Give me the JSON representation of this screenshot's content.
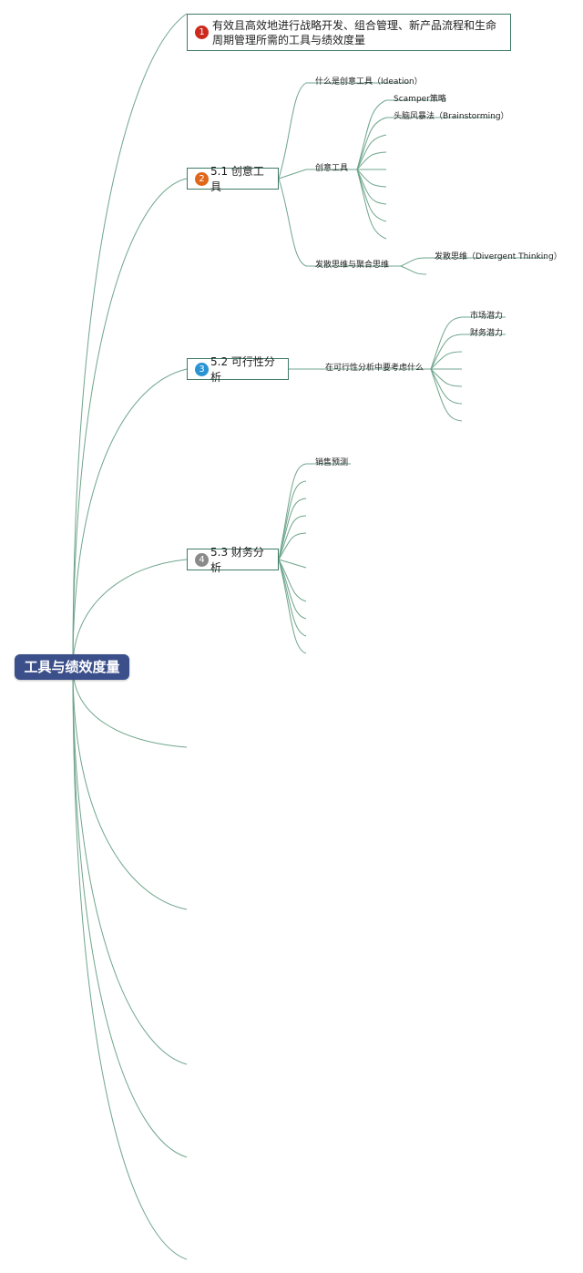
{
  "root": {
    "label": "工具与绩效度量"
  },
  "topics": [
    {
      "badge": "1",
      "badge_color": "#cc2a1e",
      "label": "有效且高效地进行战略开发、组合管理、新产品流程和生命周期管理所需的工具与绩效度量"
    },
    {
      "badge": "2",
      "badge_color": "#e0661c",
      "label": "5.1 创意工具"
    },
    {
      "badge": "3",
      "badge_color": "#2a93d4",
      "label": "5.2 可行性分析"
    },
    {
      "badge": "4",
      "badge_color": "#8a8a8a",
      "label": "5.3 财务分析"
    }
  ],
  "subtopics": {
    "ideation": "什么是创意工具（Ideation）",
    "creative_tools": "创意工具",
    "scamper": "Scamper策略",
    "brainstorming": "头脑风暴法（Brainstorming）",
    "divergent_convergent": "发散思维与聚合思维",
    "divergent": "发散思维（Divergent Thinking）",
    "feasibility_considerations": "在可行性分析中要考虑什么",
    "market_potential": "市场潜力",
    "financial_potential": "财务潜力",
    "sales_forecast": "销售预测"
  }
}
